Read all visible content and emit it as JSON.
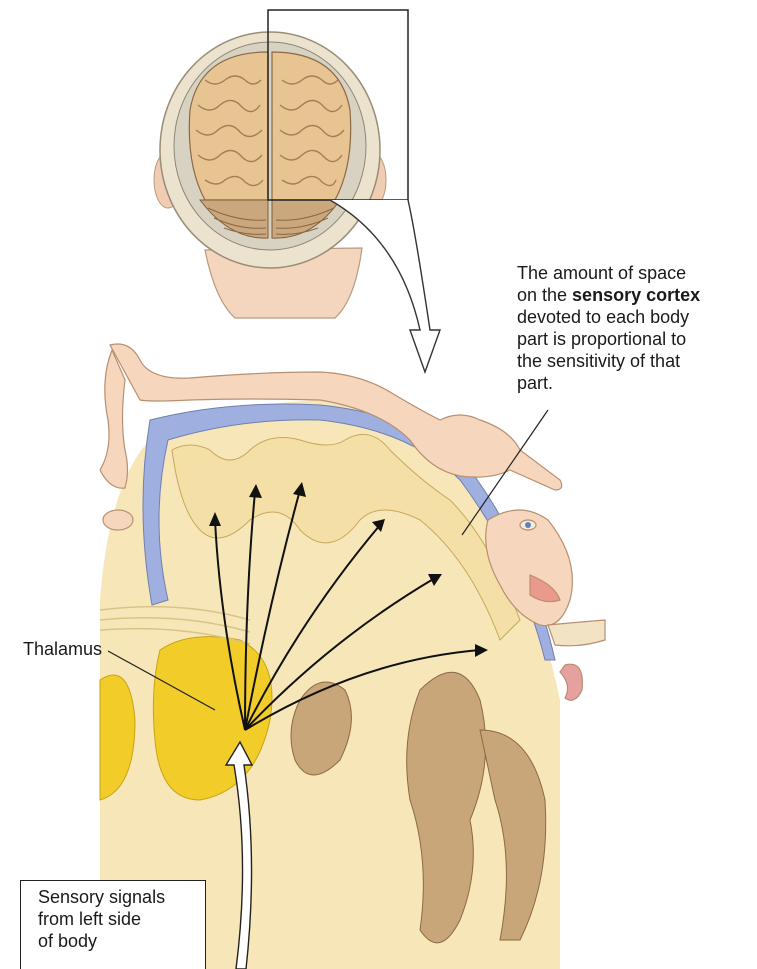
{
  "caption": {
    "line1": "The amount of space",
    "line2_pre": "on the ",
    "line2_bold": "sensory cortex",
    "line3": "devoted to each body",
    "line4": "part is proportional to",
    "line5": "the sensitivity of that",
    "line6": "part."
  },
  "thalamus_label": "Thalamus",
  "signals": {
    "line1": "Sensory signals",
    "line2": "from left side",
    "line3": "of body"
  },
  "colors": {
    "cortex_blue": "#9fb0e0",
    "tissue_cream": "#f7e7b8",
    "thalamus_yellow": "#f2cd2a",
    "ventricle_brown": "#c9a57a",
    "skin": "#f6d7bd",
    "brain_tan": "#d9b98a"
  }
}
